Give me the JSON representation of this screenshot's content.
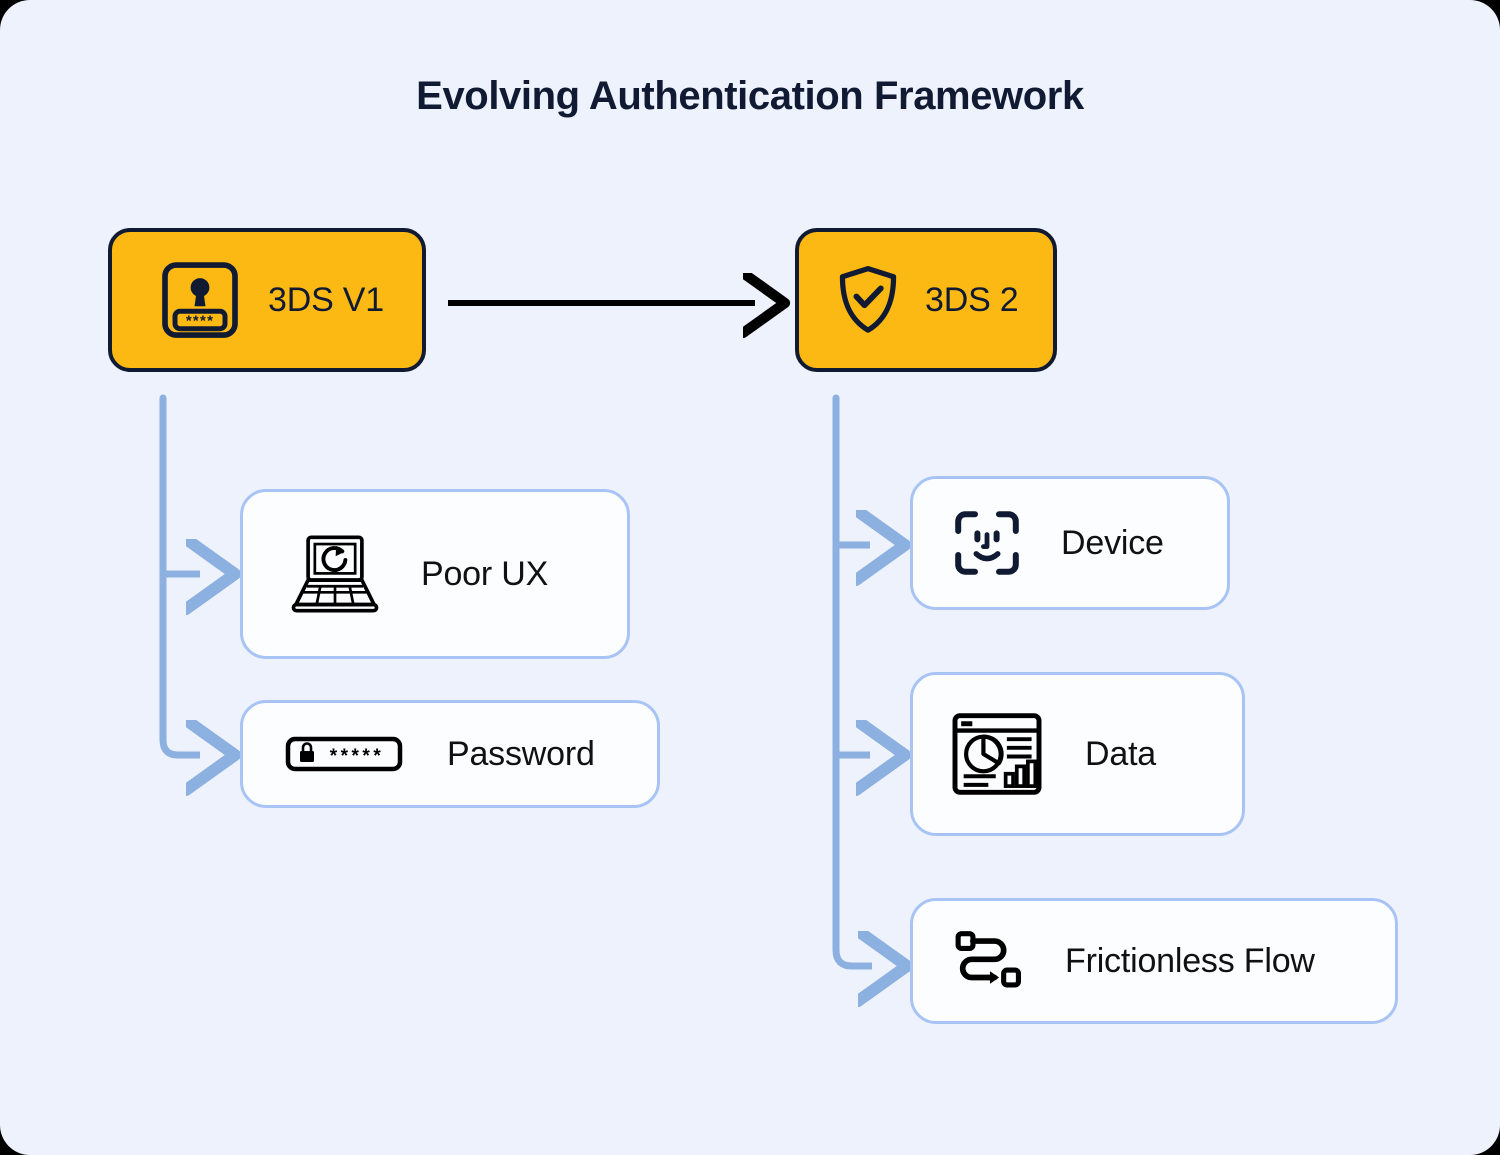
{
  "page": {
    "title": "Evolving Authentication Framework",
    "background_color": "#eef2fd",
    "title_color": "#111a33"
  },
  "colors": {
    "accent_amber": "#fdb913",
    "node_border": "#111a33",
    "card_border": "#a8c4f5",
    "card_fill": "#fcfdff",
    "connector_blue": "#8cb0e0",
    "main_arrow": "#000000"
  },
  "nodes": [
    {
      "id": "3ds-v1",
      "label": "3DS V1",
      "icon": "keyhole-password-icon"
    },
    {
      "id": "3ds-2",
      "label": "3DS 2",
      "icon": "shield-check-icon"
    }
  ],
  "main_arrow": {
    "from": "3DS V1",
    "to": "3DS 2",
    "style": "solid-arrow"
  },
  "branches": {
    "left": {
      "parent": "3DS V1",
      "items": [
        {
          "label": "Poor UX",
          "icon": "laptop-refresh-icon"
        },
        {
          "label": "Password",
          "icon": "lock-password-field-icon"
        }
      ]
    },
    "right": {
      "parent": "3DS 2",
      "items": [
        {
          "label": "Device",
          "icon": "face-id-icon"
        },
        {
          "label": "Data",
          "icon": "dashboard-analytics-icon"
        },
        {
          "label": "Frictionless Flow",
          "icon": "workflow-route-icon"
        }
      ]
    }
  }
}
